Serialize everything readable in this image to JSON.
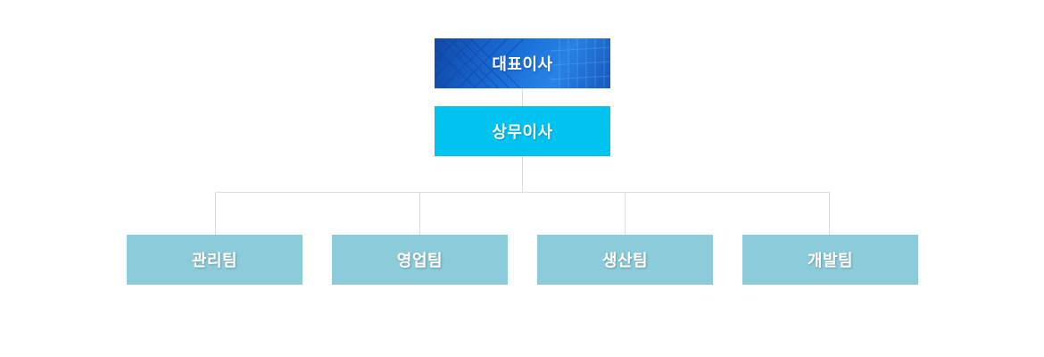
{
  "org_chart": {
    "ceo": {
      "label": "대표이사"
    },
    "executive": {
      "label": "상무이사"
    },
    "teams": [
      {
        "label": "관리팀"
      },
      {
        "label": "영업팀"
      },
      {
        "label": "생산팀"
      },
      {
        "label": "개발팀"
      }
    ]
  },
  "colors": {
    "ceo_box": "#1a6fd8",
    "executive_box": "#00c4ef",
    "team_box": "#8ccbd9",
    "connector_line": "#dedede",
    "label_text": "#ffffff"
  }
}
